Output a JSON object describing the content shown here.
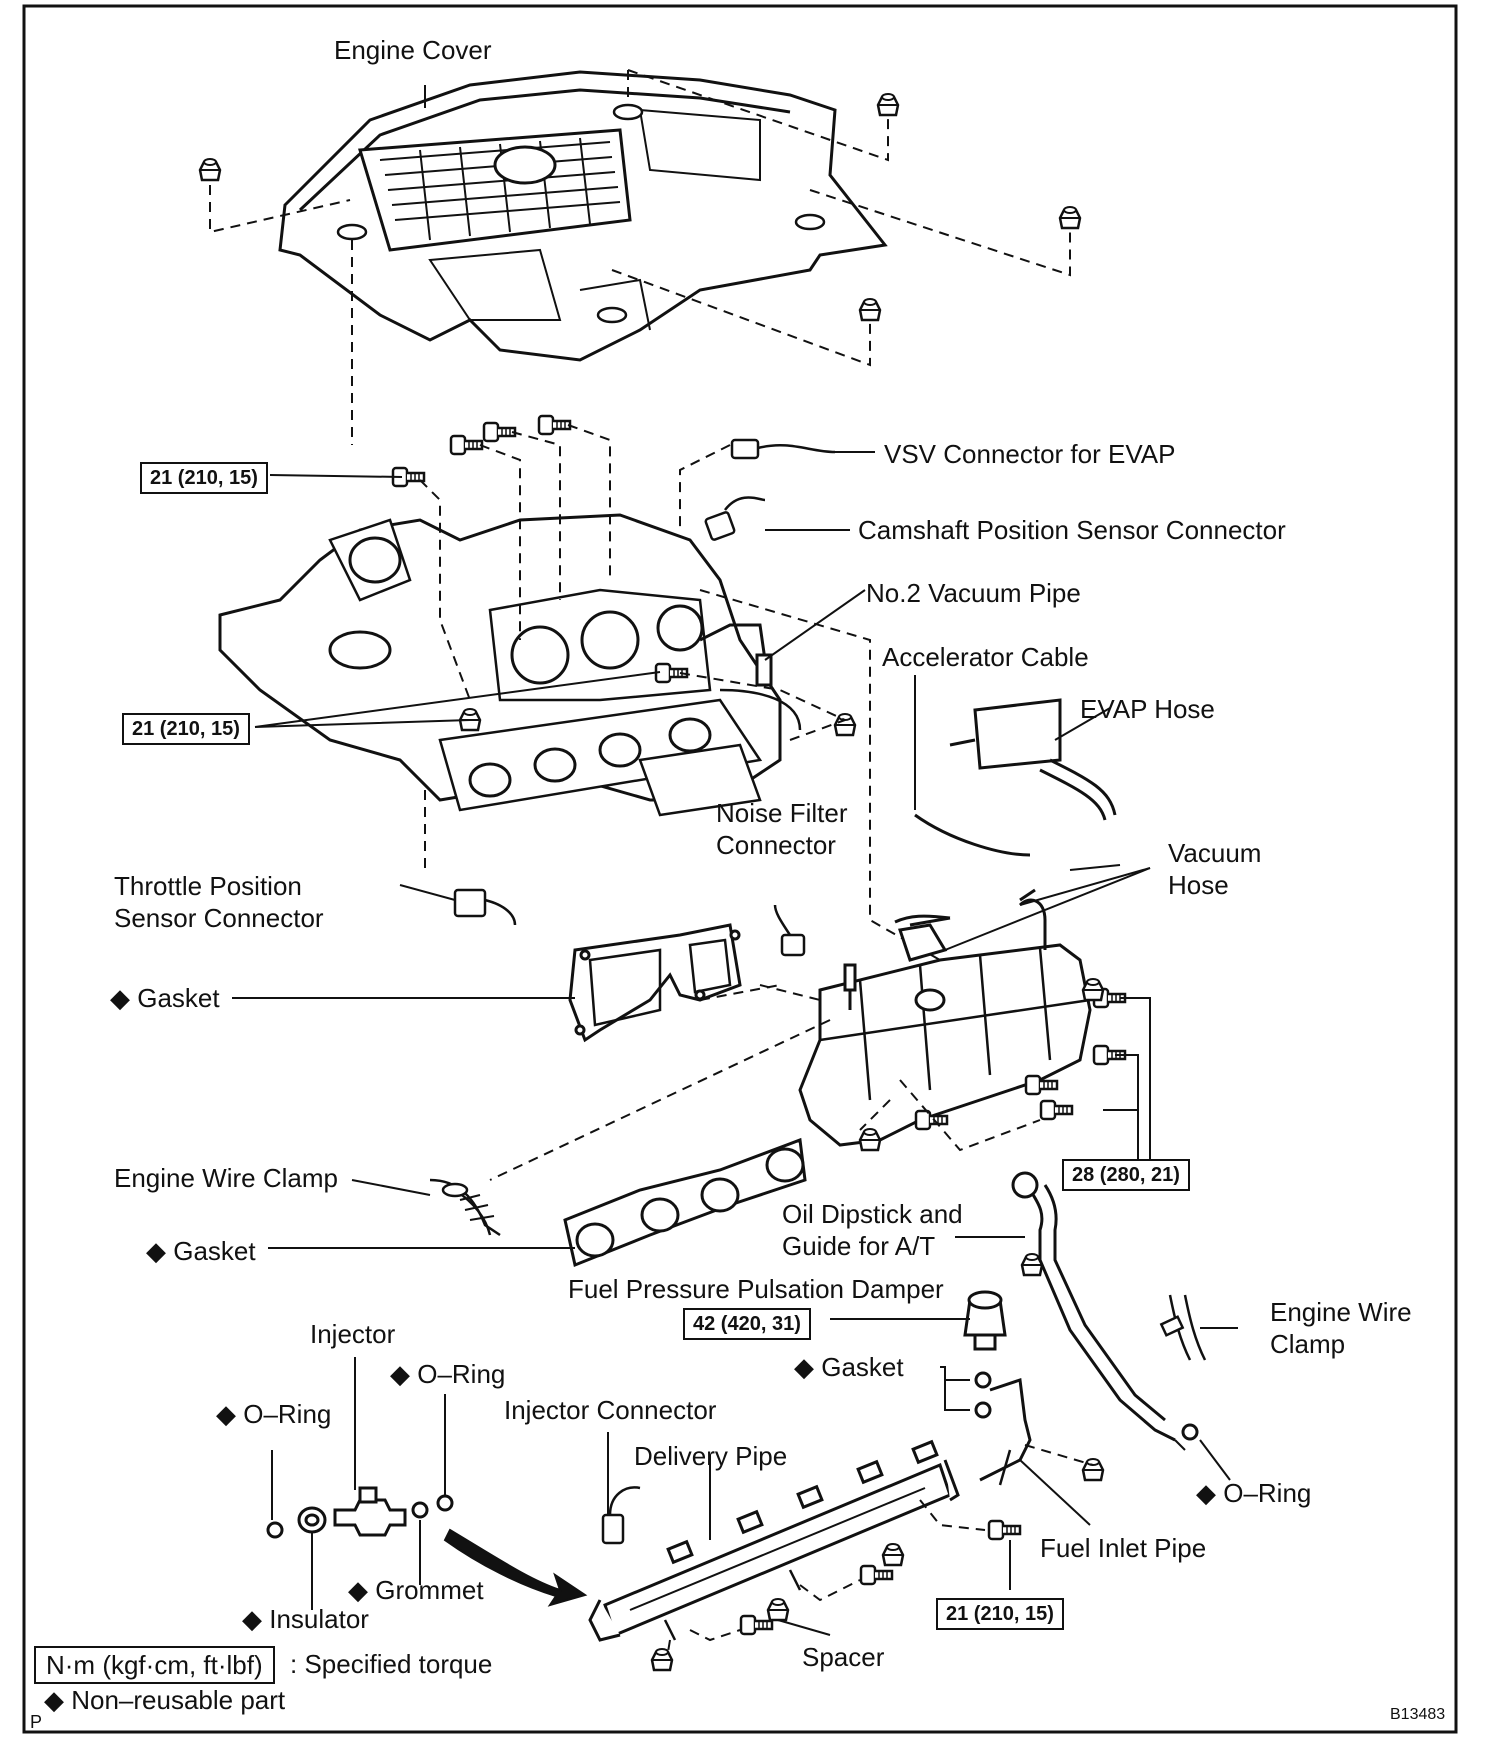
{
  "labels": {
    "engine_cover": "Engine Cover",
    "vsv_connector": "VSV Connector for EVAP",
    "camshaft_sensor": "Camshaft Position Sensor Connector",
    "no2_vacuum_pipe": "No.2 Vacuum Pipe",
    "accelerator_cable": "Accelerator Cable",
    "evap_hose": "EVAP Hose",
    "noise_filter": "Noise Filter\nConnector",
    "vacuum_hose": "Vacuum\nHose",
    "throttle_sensor": "Throttle Position\nSensor Connector",
    "gasket_upper": "◆ Gasket",
    "engine_wire_clamp_left": "Engine Wire Clamp",
    "gasket_lower": "◆ Gasket",
    "oil_dipstick": "Oil Dipstick and\nGuide for A/T",
    "fuel_damper": "Fuel Pressure Pulsation Damper",
    "injector": "Injector",
    "oring_center": "◆ O–Ring",
    "oring_left": "◆ O–Ring",
    "injector_connector": "Injector Connector",
    "gasket_fuel": "◆ Gasket",
    "delivery_pipe": "Delivery Pipe",
    "engine_wire_clamp_right": "Engine Wire\nClamp",
    "oring_right": "◆ O–Ring",
    "fuel_inlet_pipe": "Fuel Inlet Pipe",
    "grommet": "◆ Grommet",
    "insulator": "◆ Insulator",
    "spacer": "Spacer"
  },
  "torques": {
    "t1": "21 (210, 15)",
    "t2": "21 (210, 15)",
    "t3": "28 (280, 21)",
    "t4": "42 (420, 31)",
    "t5": "21 (210, 15)"
  },
  "legend": {
    "torque_box": "N·m (kgf·cm, ft·lbf)",
    "torque_text": ": Specified torque",
    "nonreusable": "◆ Non–reusable part"
  },
  "figure_code": "B13483",
  "corner_mark": "P"
}
